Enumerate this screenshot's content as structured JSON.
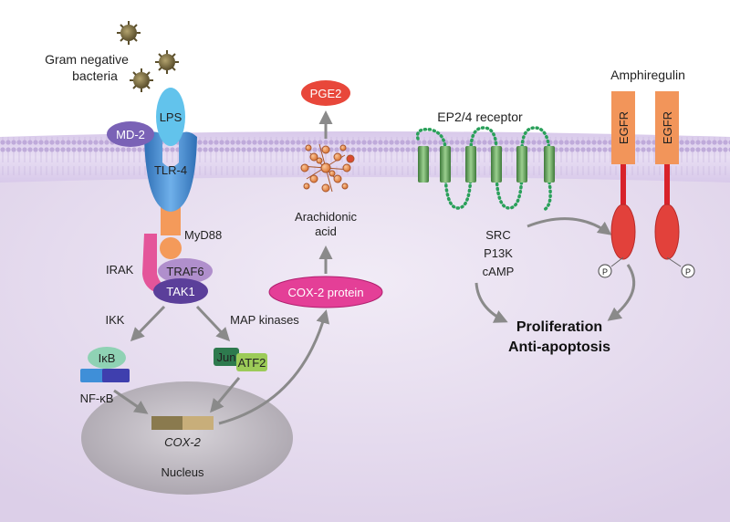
{
  "labels": {
    "bacteria_line1": "Gram negative",
    "bacteria_line2": "bacteria",
    "lps": "LPS",
    "md2": "MD-2",
    "tlr4": "TLR-4",
    "myd88": "MyD88",
    "irak": "IRAK",
    "traf6": "TRAF6",
    "tak1": "TAK1",
    "ikk": "IKK",
    "map_kinases": "MAP kinases",
    "ikb": "IκB",
    "nfkb": "NF-κB",
    "jun": "Jun",
    "atf2": "ATF2",
    "cox2_gene": "COX-2",
    "nucleus": "Nucleus",
    "cox2_protein": "COX-2 protein",
    "arachidonic_line1": "Arachidonic",
    "arachidonic_line2": "acid",
    "pge2": "PGE2",
    "ep24": "EP2/4 receptor",
    "src": "SRC",
    "p13k": "P13K",
    "camp": "cAMP",
    "proliferation": "Proliferation",
    "anti_apoptosis": "Anti-apoptosis",
    "amphiregulin": "Amphiregulin",
    "egfr": "EGFR",
    "phospho": "P"
  },
  "colors": {
    "cell_fill": "#e6dcef",
    "membrane_head": "#b9a3d6",
    "tlr4": "#4a90d4",
    "lps": "#62c3ec",
    "md2": "#7a62b6",
    "myd88": "#f49a5a",
    "irak": "#e4559a",
    "traf6": "#b08fcc",
    "tak1": "#5b3f9a",
    "ikb": "#8fd2b4",
    "nfkb": "#3f6fc4",
    "jun": "#2e7a4e",
    "atf2": "#9ccb58",
    "cox2_protein": "#e43f97",
    "pge2": "#e8473a",
    "arachidonic": "#e8894a",
    "ep_receptor": "#5c9a57",
    "egfr": "#f2955a",
    "egfr_stem": "#d8222a",
    "nucleus": "#bdb8bf"
  }
}
